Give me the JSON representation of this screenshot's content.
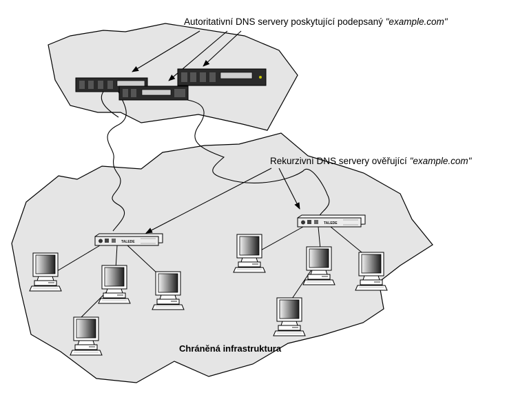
{
  "labels": {
    "authoritative_prefix": "Autoritativní DNS servery poskytující podepsaný ",
    "authoritative_domain": "\"example.com\"",
    "recursive_prefix": "Rekurzivní DNS servery ověřující ",
    "recursive_domain": "\"example.com\"",
    "infrastructure": "Chráněná infrastruktura"
  },
  "devices": {
    "router_brand": "TALEDE"
  },
  "colors": {
    "cloud_fill": "#e5e5e5",
    "outline": "#000000",
    "rack_dark": "#2b2b2b"
  }
}
